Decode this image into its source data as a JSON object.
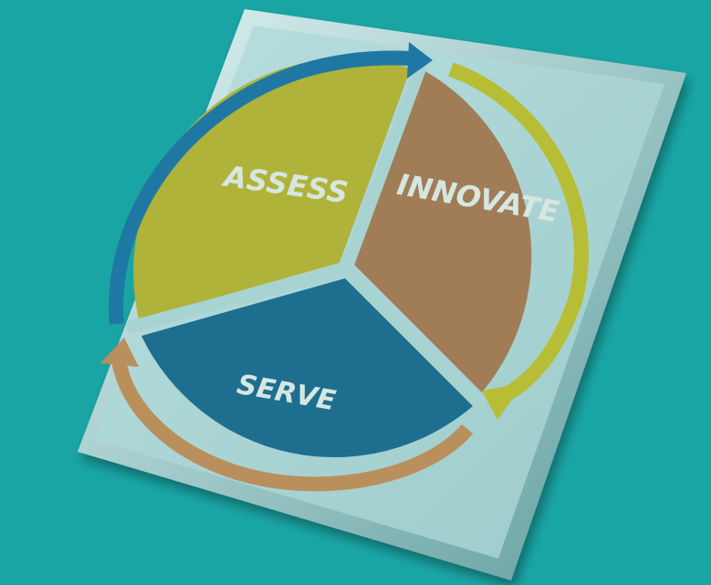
{
  "colors": {
    "background": "#1aa5a5",
    "plate": "#a8d3d3",
    "plate_edge_light": "#d7eeee",
    "plate_edge_dark": "#6fa8a8",
    "assess": "#b0b33a",
    "innovate": "#a07d56",
    "serve": "#1d6e8f",
    "arrow_blue": "#1f78a3",
    "arrow_yellow": "#b7bd35",
    "arrow_tan": "#b98f5c",
    "label_text": "#d6e6e0"
  },
  "segments": [
    {
      "id": "assess",
      "label": "ASSESS"
    },
    {
      "id": "innovate",
      "label": "INNOVATE"
    },
    {
      "id": "serve",
      "label": "SERVE"
    }
  ]
}
